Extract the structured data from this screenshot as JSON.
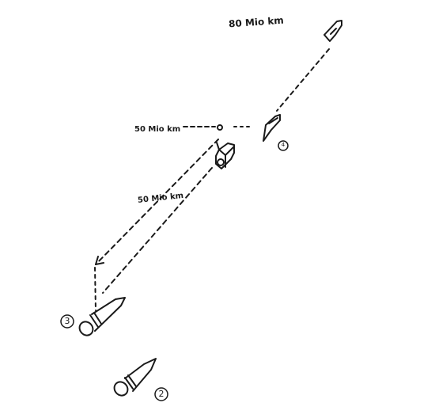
{
  "labels": {
    "distance_top": "80 Mio km",
    "distance_mid": "50 Mio km",
    "distance_diag": "50 Mio km"
  },
  "markers": {
    "one": "4",
    "two": "2",
    "three": "3"
  },
  "colors": {
    "ink": "#1a1a1a",
    "background": "#ffffff"
  }
}
